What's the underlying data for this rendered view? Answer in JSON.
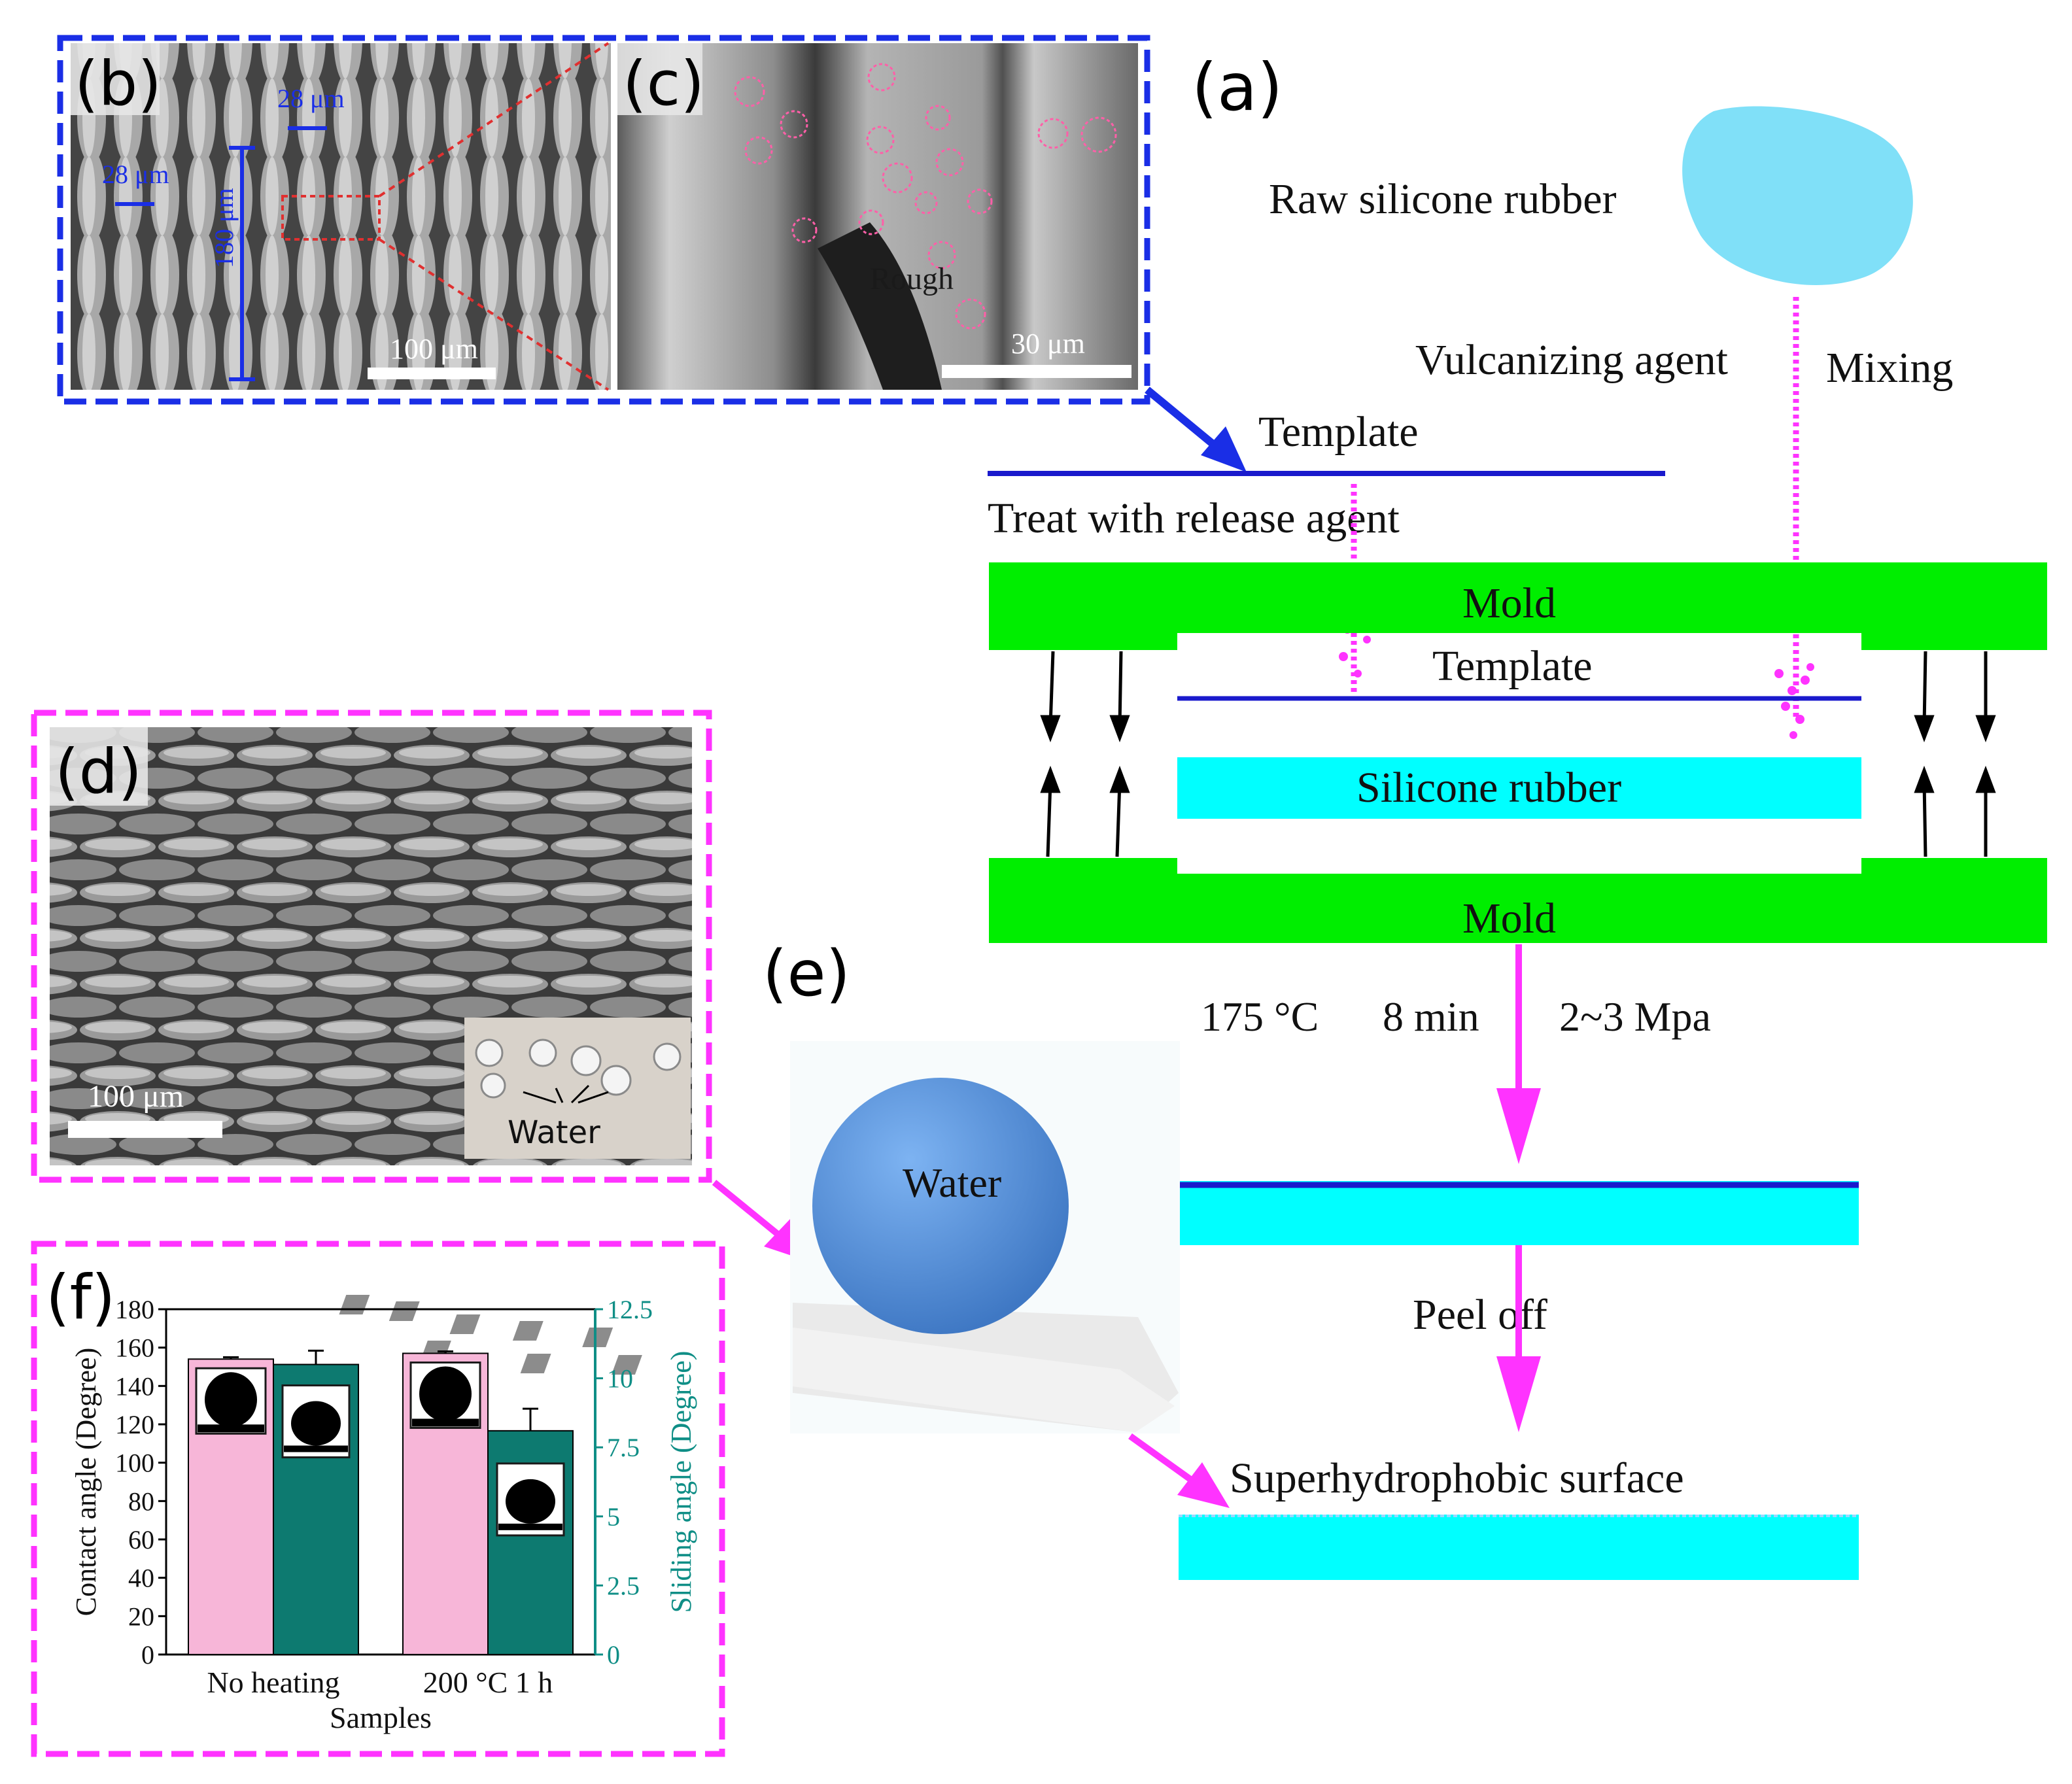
{
  "panel_letters": {
    "a": "(a)",
    "b": "(b)",
    "c": "(c)",
    "d": "(d)",
    "e": "(e)",
    "f": "(f)"
  },
  "process": {
    "raw": "Raw silicone rubber",
    "vulcanizing": "Vulcanizing agent",
    "mixing": "Mixing",
    "template_top": "Template",
    "treat": "Treat with release agent",
    "mold_top": "Mold",
    "template_mid": "Template",
    "silicone": "Silicone rubber",
    "mold_bottom": "Mold",
    "temp": "175 °C",
    "time": "8 min",
    "pressure": "2~3 Mpa",
    "peel": "Peel off",
    "superhydrophobic": "Superhydrophobic surface"
  },
  "sem": {
    "b_dim_28a": "28 μm",
    "b_dim_28b": "28 μm",
    "b_dim_180": "180 μm",
    "b_scale": "100 μm",
    "c_rough": "Rough",
    "c_scale": "30 μm",
    "d_scale": "100 μm",
    "d_inset": "Water"
  },
  "e_label": "Water",
  "colors": {
    "blue_frame": "#1a2ee6",
    "magenta": "#ff33ff",
    "mold_green": "#00ee00",
    "silicone_cyan": "#00ffff",
    "template_blue": "#1a1acc",
    "raw_blob": "#80e0f8",
    "droplet": "#5b95de",
    "bar_pink": "#f7b6d8",
    "bar_teal": "#0d7a70",
    "right_axis": "#0f8e86"
  },
  "chart_data": {
    "type": "bar",
    "categories": [
      "No heating",
      "200 °C 1 h"
    ],
    "xlabel": "Samples",
    "ylabel": "Contact angle (Degree)",
    "ylabel_right": "Sliding angle (Degree)",
    "ylim": [
      0,
      180
    ],
    "ylim_right": [
      0,
      12.5
    ],
    "yticks": [
      "0",
      "20",
      "40",
      "60",
      "80",
      "100",
      "120",
      "140",
      "160",
      "180"
    ],
    "yticks_right": [
      "0",
      "2.5",
      "5",
      "7.5",
      "10",
      "12.5"
    ],
    "series": [
      {
        "name": "Contact angle",
        "axis": "left",
        "values": [
          154,
          157
        ],
        "errors": [
          1,
          1
        ],
        "color": "#f7b6d8"
      },
      {
        "name": "Sliding angle",
        "axis": "right",
        "values": [
          10.5,
          8.1
        ],
        "errors": [
          0.5,
          0.8
        ],
        "color": "#0d7a70"
      }
    ]
  }
}
